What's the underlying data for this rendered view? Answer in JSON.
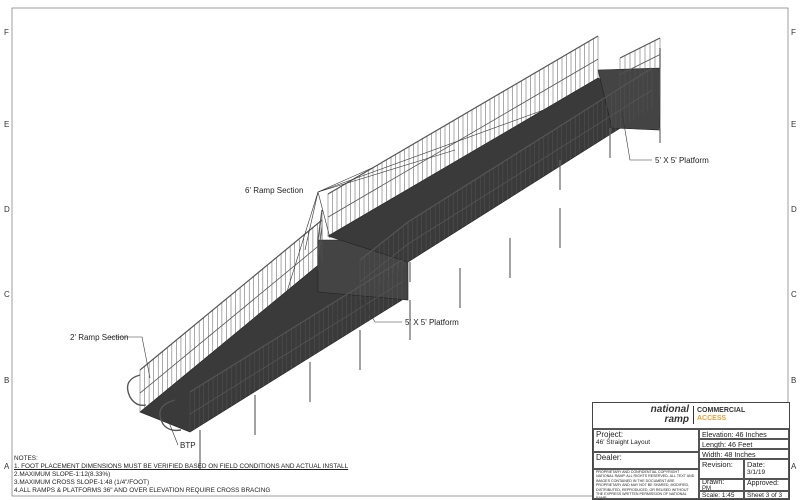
{
  "zones": [
    "F",
    "E",
    "D",
    "C",
    "B",
    "A"
  ],
  "callouts": {
    "ramp6": "6' Ramp Section",
    "platform_top": "5' X 5' Platform",
    "platform_mid": "5' X 5' Platform",
    "ramp2": "2' Ramp Section",
    "btp": "BTP"
  },
  "notes": {
    "title": "NOTES:",
    "items": [
      "1. FOOT PLACEMENT DIMENSIONS MUST BE VERIFIED BASED ON FIELD CONDITIONS AND ACTUAL INSTALL",
      "2.MAXIMUM SLOPE-1:12(8.33%)",
      "3.MAXIMUM CROSS SLOPE-1:48 (1/4\"/FOOT)",
      "4.ALL RAMPS & PLATFORMS 36\" AND OVER ELEVATION REQUIRE CROSS BRACING"
    ]
  },
  "title_block": {
    "logo_line1": "national",
    "logo_line2": "ramp",
    "logo_commercial": "COMMERCIAL",
    "logo_access": "ACCESS",
    "project_label": "Project:",
    "project_value": "46' Straight Layout",
    "dealer_label": "Dealer:",
    "elevation": "Elevation: 46 Inches",
    "length": "Length: 46 Feet",
    "width": "Width: 48 Inches",
    "revision_label": "Revision:",
    "date_label": "Date:",
    "date_value": "3/1/19",
    "drawn_label": "Drawn:",
    "drawn_value": "PM",
    "approved_label": "Approved:",
    "scale": "Scale: 1:45",
    "sheet": "Sheet 3 of 3",
    "proprietary": "PROPRIETARY AND CONFIDENTIAL COPYRIGHT NATIONAL RAMP. ALL RIGHTS RESERVED. ALL TEXT AND IMAGES CONTAINED IN THE DOCUMENT ARE PROPRIETARY AND MAY NOT BE SHARED, MODIFIED, DISTRIBUTED, REPRODUCED, OR REUSED WITHOUT THE EXPRESS WRITTEN PERMISSION OF NATIONAL RAMP."
  },
  "colors": {
    "logo_orange": "#e8a33a",
    "deck": "#3a3a3a",
    "rail": "#555555"
  }
}
